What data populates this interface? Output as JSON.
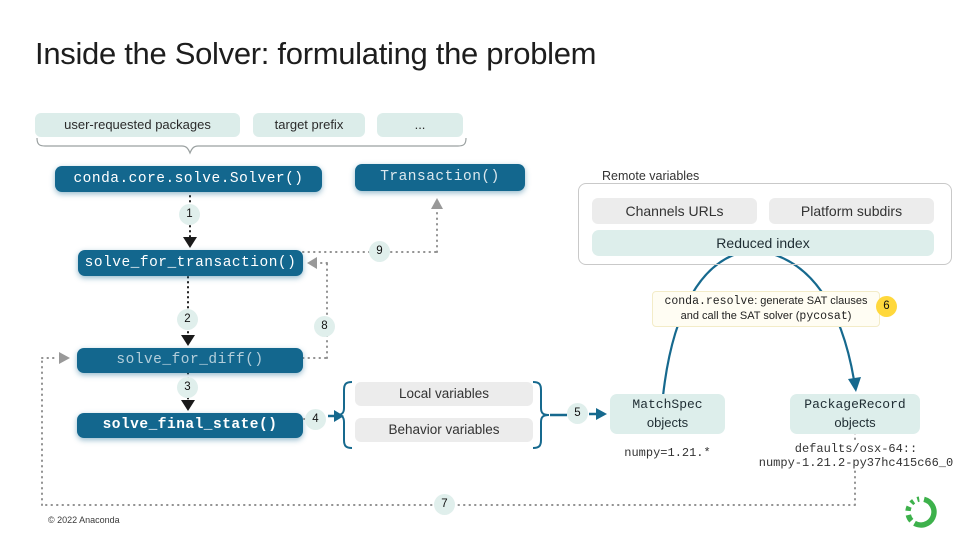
{
  "slide": {
    "title": "Inside the Solver: formulating the problem",
    "copyright": "© 2022 Anaconda"
  },
  "input_pills": [
    {
      "label": "user-requested packages"
    },
    {
      "label": "target prefix"
    },
    {
      "label": "..."
    }
  ],
  "flow_boxes": {
    "solver": "conda.core.solve.Solver()",
    "transaction": "Transaction()",
    "solve_for_transaction": "solve_for_transaction()",
    "solve_for_diff": "solve_for_diff()",
    "solve_final_state": "solve_final_state()"
  },
  "step_badges": [
    "1",
    "2",
    "3",
    "4",
    "5",
    "6",
    "7",
    "8",
    "9"
  ],
  "remote_variables": {
    "legend": "Remote variables",
    "channels_urls": "Channels URLs",
    "platform_subdirs": "Platform subdirs",
    "reduced_index": "Reduced index"
  },
  "local_variables": {
    "local": "Local variables",
    "behavior": "Behavior variables"
  },
  "sat_annotation": {
    "mono_lead": "conda.resolve",
    "line1_rest": ": generate SAT clauses",
    "line2_start": "and call the SAT solver (",
    "mono_solver": "pycosat",
    "line2_end": ")"
  },
  "objects": {
    "matchspec": {
      "name": "MatchSpec",
      "kind": "objects",
      "example": "numpy=1.21.*"
    },
    "packagerecord": {
      "name": "PackageRecord",
      "kind": "objects",
      "example_line1": "defaults/osx-64::",
      "example_line2": "numpy-1.21.2-py37hc415c66_0"
    }
  },
  "colors": {
    "box_teal": "#13678e",
    "mint": "#dcedea",
    "gray_box": "#ececec",
    "badge_mint": "#e0efec",
    "badge_yellow": "#ffd83c",
    "arrow_teal": "#16698e",
    "logo_green": "#3db14b"
  }
}
